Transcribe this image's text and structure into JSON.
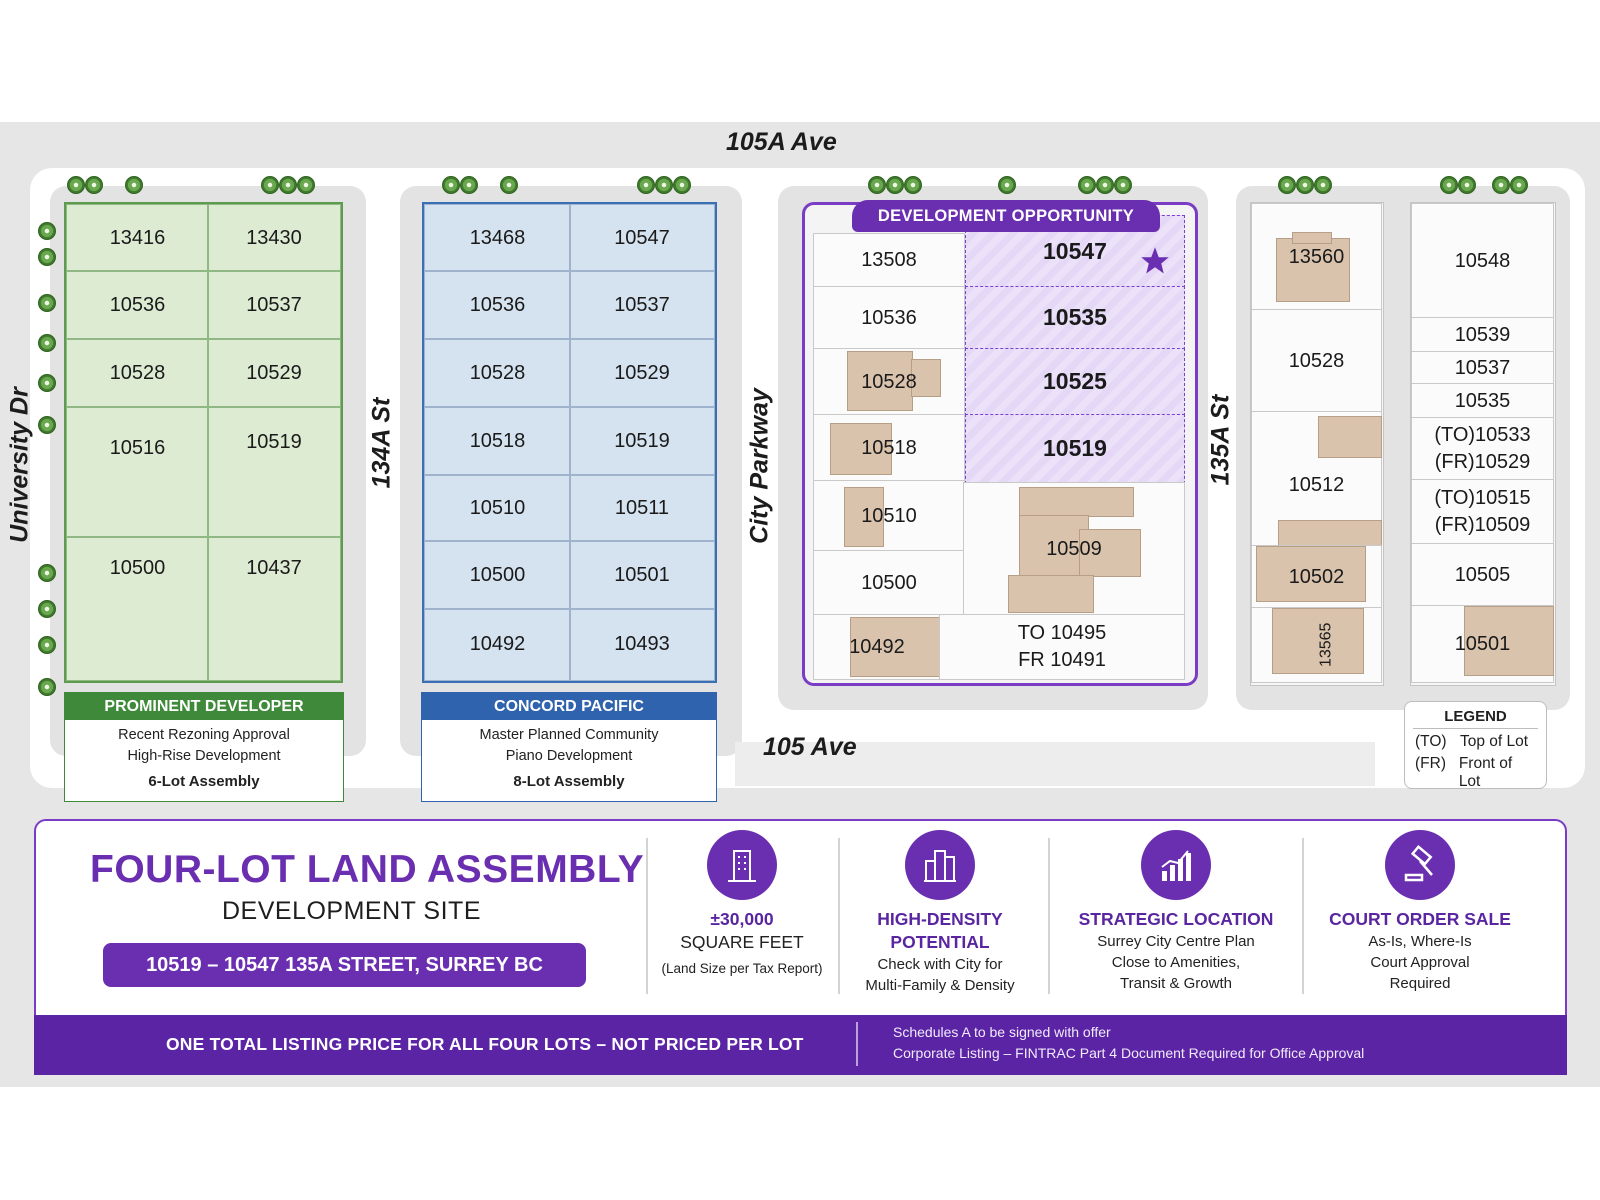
{
  "streets": {
    "north": "105A Ave",
    "south": "105 Ave",
    "west": "University Dr",
    "west_mid": "134A St",
    "center": "City Parkway",
    "east": "135A St"
  },
  "block1": {
    "lots": [
      "13416",
      "13430",
      "10536",
      "10537",
      "10528",
      "10529",
      "10516",
      "10519",
      "10500",
      "10437"
    ],
    "card": {
      "title": "PROMINENT DEVELOPER",
      "line1": "Recent Rezoning Approval",
      "line2": "High-Rise Development",
      "bold": "6-Lot Assembly",
      "color": "#3f8a3a"
    }
  },
  "block2": {
    "lots": [
      "13468",
      "10547",
      "10536",
      "10537",
      "10528",
      "10529",
      "10518",
      "10519",
      "10510",
      "10511",
      "10500",
      "10501",
      "10492",
      "10493"
    ],
    "card": {
      "title": "CONCORD PACIFIC",
      "line1": "Master Planned Community",
      "line2": "Piano Development",
      "bold": "8-Lot Assembly",
      "color": "#2f63ad"
    }
  },
  "block3": {
    "banner": "DEVELOPMENT OPPORTUNITY",
    "west_lots": [
      "13508",
      "10536",
      "10528",
      "10518",
      "10510",
      "10500",
      "10492"
    ],
    "subject_lots": [
      "10547",
      "10535",
      "10525",
      "10519"
    ],
    "lower_east": "10509",
    "bottom_east_1": "TO 10495",
    "bottom_east_2": "FR 10491",
    "accent": "#7a3cc4"
  },
  "block4": {
    "west_lots": [
      "13560",
      "10528",
      "10512",
      "10502",
      "13565"
    ],
    "east_lots": [
      "10548",
      "10539",
      "10537",
      "10535",
      "(TO)10533",
      "(FR)10529",
      "(TO)10515",
      "(FR)10509",
      "10505",
      "10501"
    ]
  },
  "legend": {
    "title": "LEGEND",
    "items": [
      {
        "code": "(TO)",
        "label": "Top of Lot"
      },
      {
        "code": "(FR)",
        "label": "Front of Lot"
      }
    ]
  },
  "panel": {
    "title": "FOUR-LOT LAND ASSEMBLY",
    "subtitle": "DEVELOPMENT SITE",
    "address": "10519 – 10547 135A STREET, SURREY BC",
    "features": [
      {
        "icon": "building-icon",
        "head1": "±30,000",
        "head2": "SQUARE FEET",
        "t1": "(Land Size per Tax Report)",
        "t2": "",
        "t3": ""
      },
      {
        "icon": "city-towers-icon",
        "head1": "HIGH-DENSITY",
        "head2": "POTENTIAL",
        "t1": "Check with City for",
        "t2": "Multi-Family & Density",
        "t3": ""
      },
      {
        "icon": "growth-chart-icon",
        "head1": "STRATEGIC LOCATION",
        "head2": "",
        "t1": "Surrey City Centre Plan",
        "t2": "Close to Amenities,",
        "t3": "Transit & Growth"
      },
      {
        "icon": "gavel-icon",
        "head1": "COURT ORDER SALE",
        "head2": "",
        "t1": "As-Is, Where-Is",
        "t2": "Court Approval",
        "t3": "Required"
      }
    ],
    "bar_main": "ONE TOTAL LISTING PRICE FOR ALL FOUR LOTS – NOT PRICED PER LOT",
    "bar_note1": "Schedules A to be signed with offer",
    "bar_note2": "Corporate Listing – FINTRAC Part 4 Document Required for Office Approval",
    "accent": "#6a2fb0"
  }
}
